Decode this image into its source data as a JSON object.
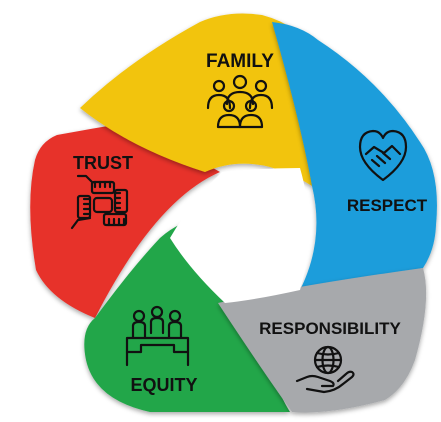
{
  "diagram": {
    "segments": [
      {
        "id": "family",
        "label": "FAMILY",
        "color": "#f2c40f",
        "icon": "family-group-icon"
      },
      {
        "id": "respect",
        "label": "RESPECT",
        "color": "#1b9ddb",
        "icon": "heart-handshake-icon"
      },
      {
        "id": "responsibility",
        "label": "RESPONSIBILITY",
        "color": "#a7a9ac",
        "icon": "globe-in-hand-icon"
      },
      {
        "id": "equity",
        "label": "EQUITY",
        "color": "#21a649",
        "icon": "people-on-steps-icon"
      },
      {
        "id": "trust",
        "label": "TRUST",
        "color": "#e7312b",
        "icon": "stacked-hands-icon"
      }
    ]
  }
}
